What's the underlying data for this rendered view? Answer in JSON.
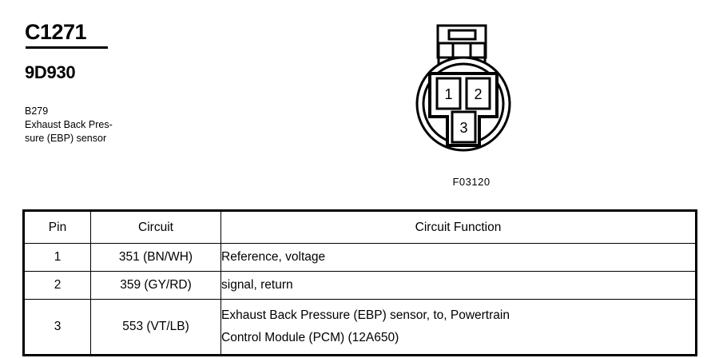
{
  "header": {
    "connector_id": "C1271",
    "part_number": "9D930",
    "component_code": "B279",
    "component_description_line1": "Exhaust Back Pres-",
    "component_description_line2": "sure (EBP) sensor"
  },
  "figure": {
    "label": "F03120",
    "pins": [
      {
        "number": "1"
      },
      {
        "number": "2"
      },
      {
        "number": "3"
      }
    ]
  },
  "table": {
    "headers": {
      "pin": "Pin",
      "circuit": "Circuit",
      "function": "Circuit Function"
    },
    "rows": [
      {
        "pin": "1",
        "circuit": "351 (BN/WH)",
        "function_line1": "Reference, voltage",
        "function_line2": ""
      },
      {
        "pin": "2",
        "circuit": "359 (GY/RD)",
        "function_line1": "signal, return",
        "function_line2": ""
      },
      {
        "pin": "3",
        "circuit": "553 (VT/LB)",
        "function_line1": "Exhaust Back Pressure (EBP) sensor, to, Powertrain",
        "function_line2": "Control Module (PCM) (12A650)"
      }
    ]
  },
  "colors": {
    "ink": "#000000",
    "paper": "#ffffff"
  }
}
